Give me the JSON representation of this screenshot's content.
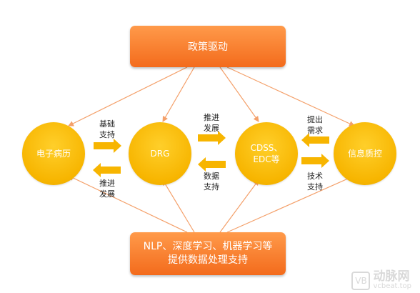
{
  "top_box": {
    "text": "政策驱动"
  },
  "bottom_box": {
    "line1": "NLP、深度学习、机器学习等",
    "line2": "提供数据处理支持"
  },
  "nodes": {
    "emr": "电子病历",
    "drg": "DRG",
    "cdss_line1": "CDSS、",
    "cdss_line2": "EDC等",
    "qc": "信息质控"
  },
  "arrow_labels": {
    "emr_drg_top_1": "基础",
    "emr_drg_top_2": "支持",
    "emr_drg_bot_1": "推进",
    "emr_drg_bot_2": "发展",
    "drg_cdss_top_1": "推进",
    "drg_cdss_top_2": "发展",
    "drg_cdss_bot_1": "数据",
    "drg_cdss_bot_2": "支持",
    "cdss_qc_top_1": "提出",
    "cdss_qc_top_2": "需求",
    "cdss_qc_bot_1": "技术",
    "cdss_qc_bot_2": "支持"
  },
  "watermark": {
    "mark": "VB",
    "brand": "动脉网",
    "url": "vcbeat.top"
  },
  "colors": {
    "box_orange": "#f36b1c",
    "circle_yellow": "#f7b500",
    "line": "#f4a06a",
    "arrow_fill": "#f7b500"
  }
}
